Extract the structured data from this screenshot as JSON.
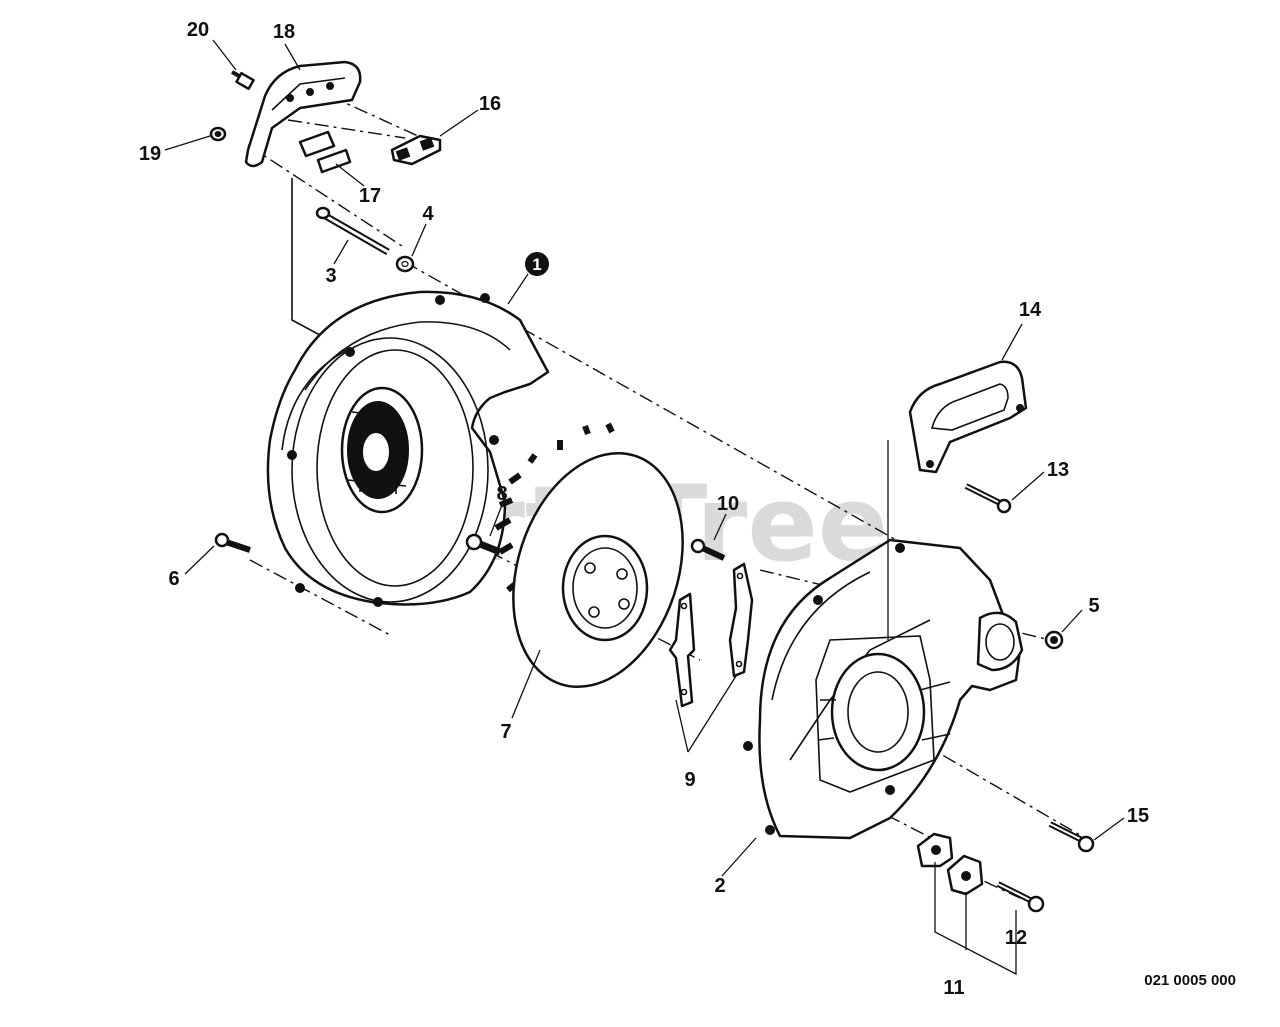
{
  "watermark": "PartsTree",
  "drawing_code": "021 0005 000",
  "labels": {
    "p1": "1",
    "p2": "2",
    "p3": "3",
    "p4": "4",
    "p5": "5",
    "p6": "6",
    "p7": "7",
    "p8": "8",
    "p9": "9",
    "p10": "10",
    "p11": "11",
    "p12": "12",
    "p13": "13",
    "p14": "14",
    "p15": "15",
    "p16": "16",
    "p17": "17",
    "p18": "18",
    "p19": "19",
    "p20": "20"
  }
}
